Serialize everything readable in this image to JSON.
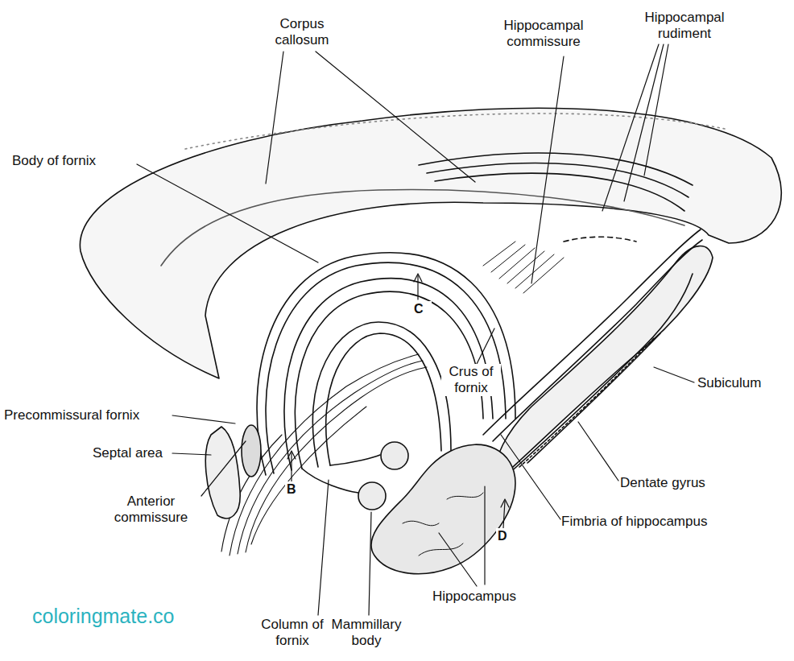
{
  "diagram": {
    "labels": [
      "Corpus callosum",
      "Hippocampal commissure",
      "Hippocampal rudiment",
      "Body of fornix",
      "C",
      "Crus of fornix",
      "Subiculum",
      "Precommissural fornix",
      "Septal area",
      "B",
      "Anterior commissure",
      "Dentate gyrus",
      "Fimbria of hippocampus",
      "D",
      "Hippocampus",
      "Column of fornix",
      "Mammillary body",
      "coloringmate.co"
    ]
  }
}
